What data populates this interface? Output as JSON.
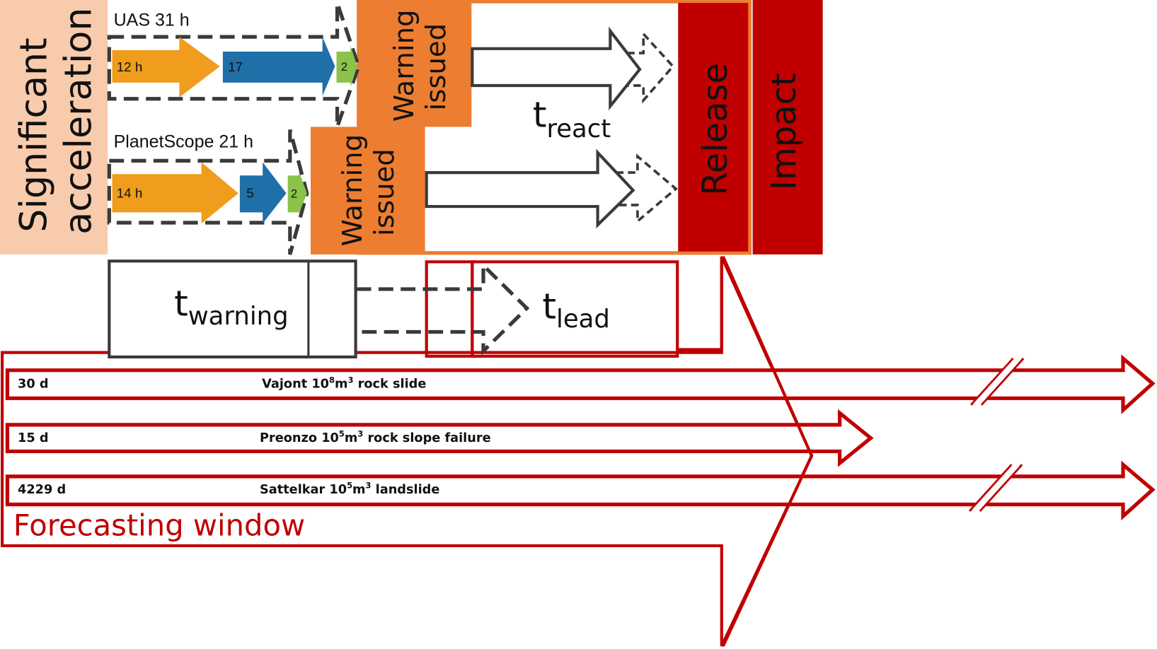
{
  "colors": {
    "peach": "#f8cbad",
    "orange_box": "#ed7d31",
    "dark_red": "#c00000",
    "arrow_orange": "#f09c1c",
    "arrow_blue": "#1f6fa8",
    "arrow_green": "#8bc34a",
    "dark_outline": "#3a3a3a"
  },
  "phases": {
    "start": "Significant",
    "start_line2": "acceleration",
    "warning_issued_line1": "Warning",
    "warning_issued_line2": "issued",
    "release": "Release",
    "impact": "Impact"
  },
  "sensors": [
    {
      "name": "UAS 31 h",
      "segments": [
        {
          "label": "12 h",
          "value_h": 12,
          "color": "orange"
        },
        {
          "label": "17",
          "value_h": 17,
          "color": "blue"
        },
        {
          "label": "2",
          "value_h": 2,
          "color": "green"
        }
      ]
    },
    {
      "name": "PlanetScope 21 h",
      "segments": [
        {
          "label": "14 h",
          "value_h": 14,
          "color": "orange"
        },
        {
          "label": "5",
          "value_h": 5,
          "color": "blue"
        },
        {
          "label": "2",
          "value_h": 2,
          "color": "green"
        }
      ]
    }
  ],
  "times": {
    "t_symbol": "t",
    "react_sub": "react",
    "warning_sub": "warning",
    "lead_sub": "lead"
  },
  "forecasting": {
    "title": "Forecasting window",
    "cases": [
      {
        "duration": "30 d",
        "name_pre": "Vajont 10",
        "exp1": "8",
        "mid": "m",
        "exp2": "3",
        "name_post": " rock slide",
        "broken_axis": true
      },
      {
        "duration": "15 d",
        "name_pre": "Preonzo 10",
        "exp1": "5",
        "mid": "m",
        "exp2": "3",
        "name_post": " rock slope failure",
        "broken_axis": false
      },
      {
        "duration": "4229 d",
        "name_pre": "Sattelkar 10",
        "exp1": "5",
        "mid": "m",
        "exp2": "3",
        "name_post": "  landslide",
        "broken_axis": true
      }
    ]
  }
}
